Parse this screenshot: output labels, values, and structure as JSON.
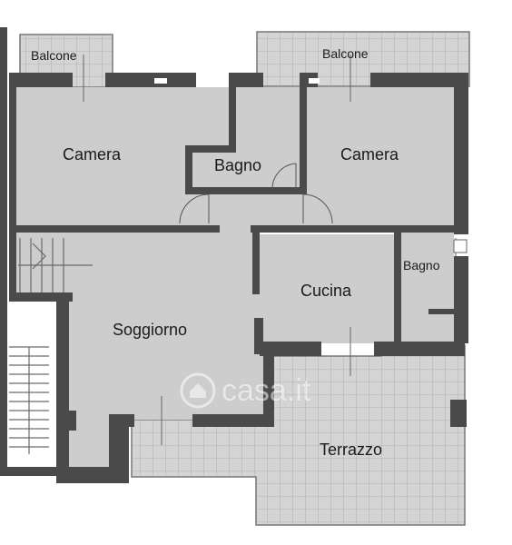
{
  "plan": {
    "rooms": {
      "balcone_left": "Balcone",
      "balcone_right": "Balcone",
      "camera_left": "Camera",
      "bagno_center": "Bagno",
      "camera_right": "Camera",
      "bagno_right": "Bagno",
      "cucina": "Cucina",
      "soggiorno": "Soggiorno",
      "terrazzo": "Terrazzo"
    },
    "watermark": "casa.it",
    "watermark_icon": "house-logo-icon"
  },
  "colors": {
    "wall": "#4a4a4a",
    "floor": "#cdcdcd",
    "tile_grid": "#a0a0a0",
    "background": "#ffffff"
  }
}
